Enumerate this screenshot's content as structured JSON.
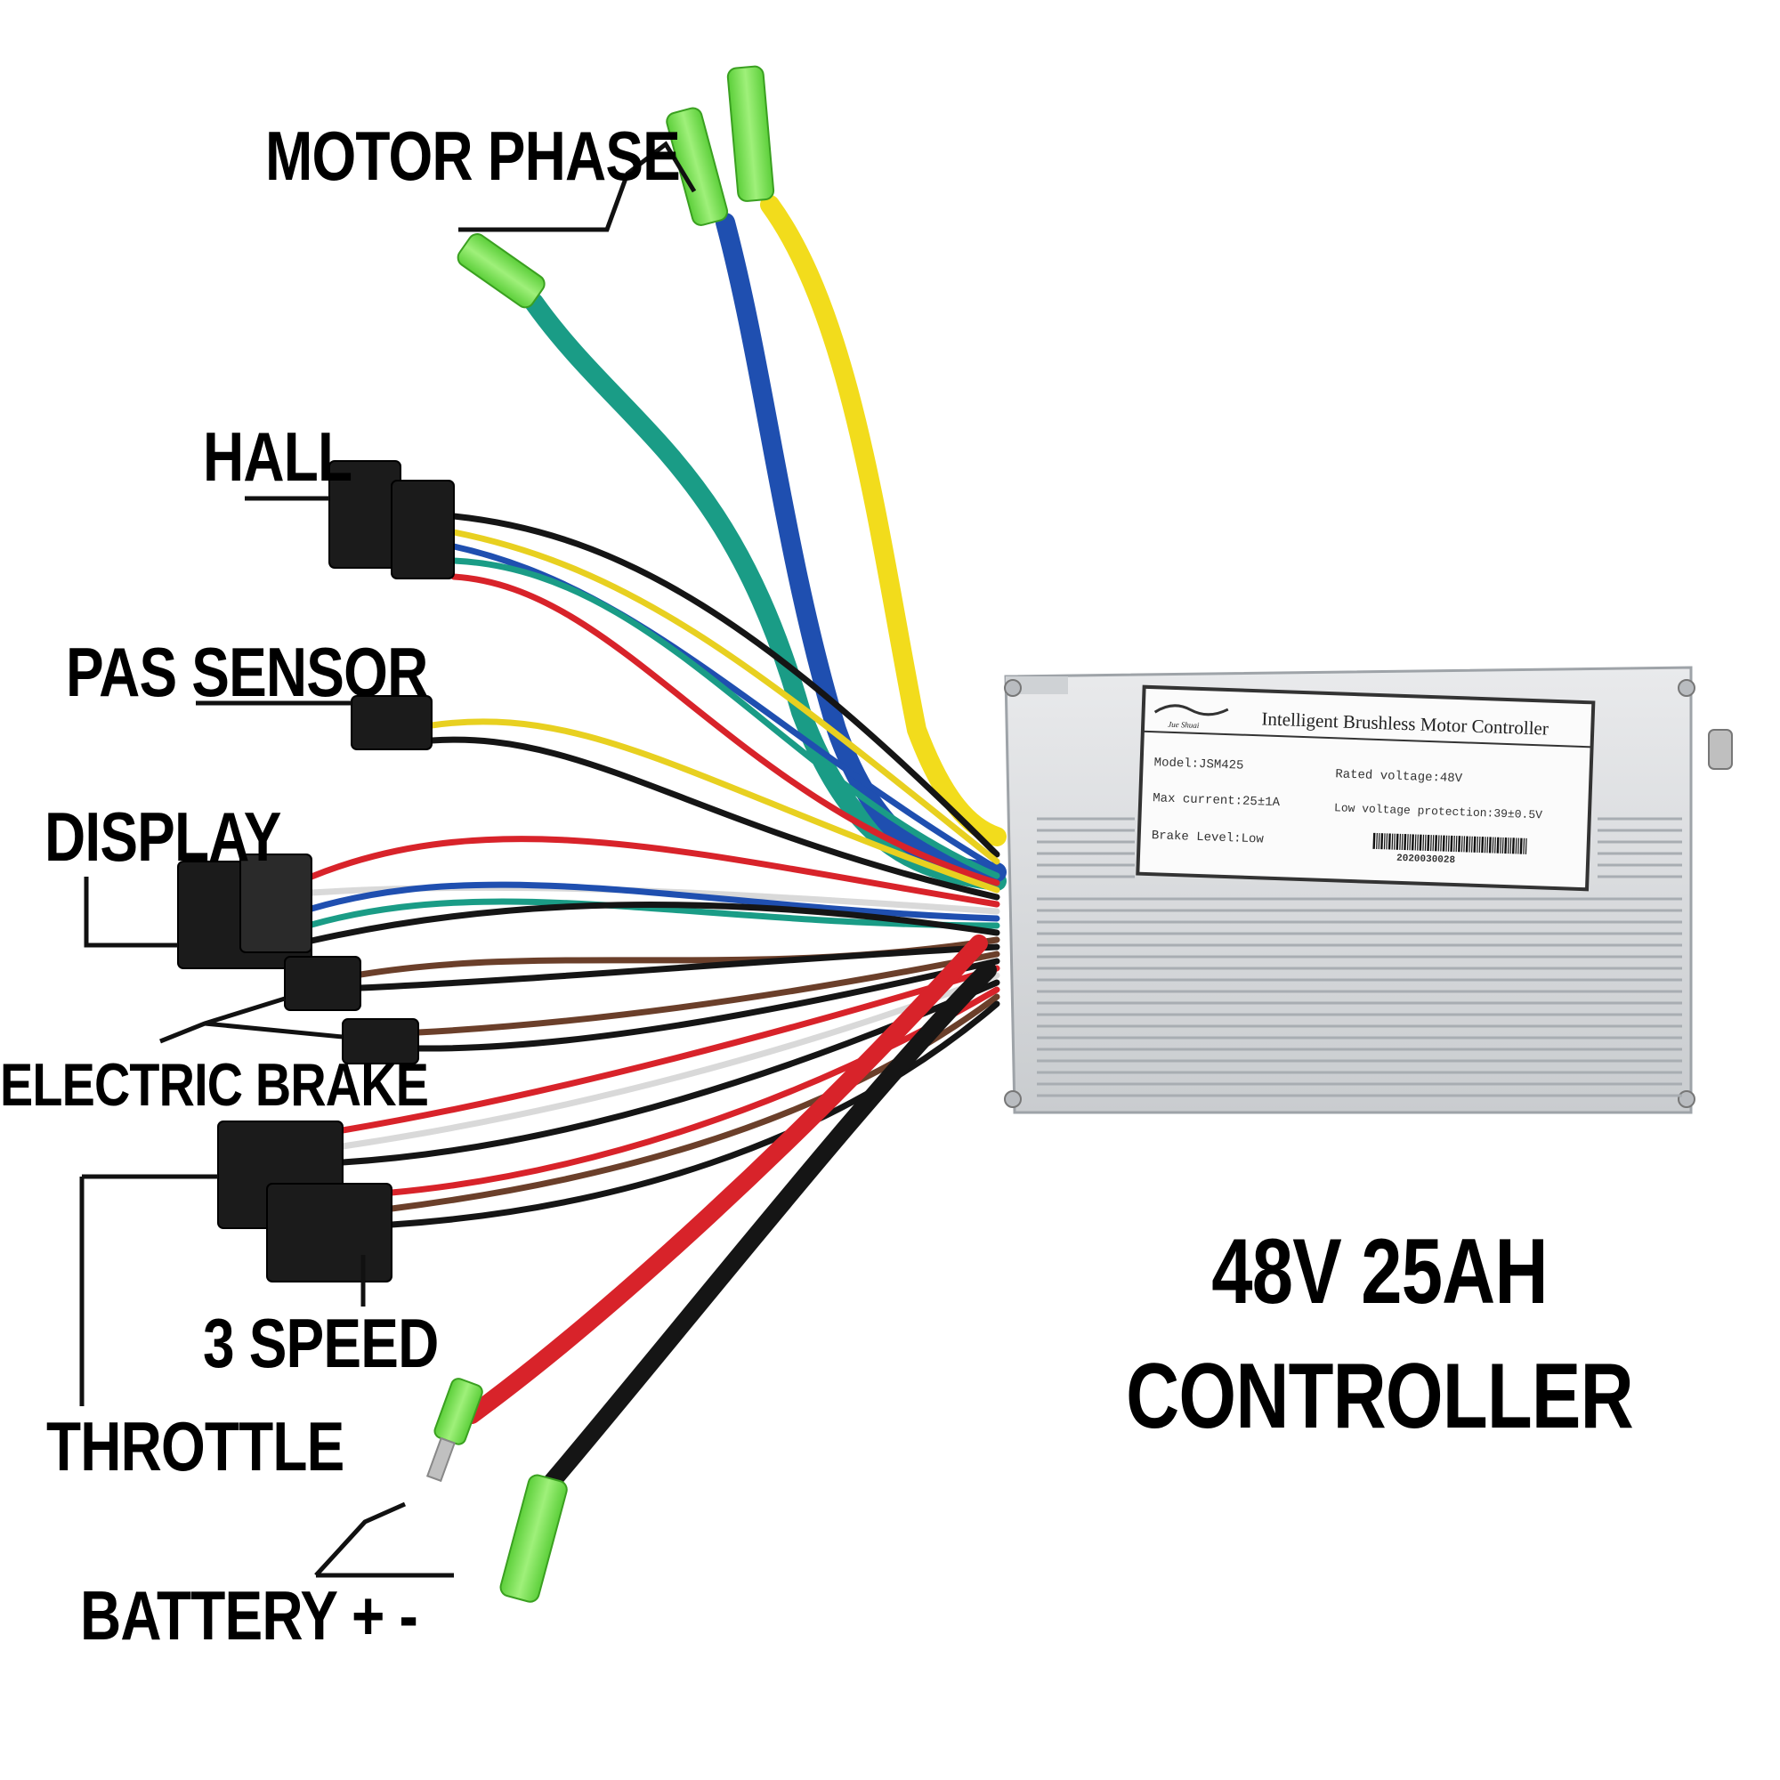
{
  "labels": {
    "motor_phase": "MOTOR PHASE",
    "hall": "HALL",
    "pas_sensor": "PAS SENSOR",
    "display": "DISPLAY",
    "electric_brake": "ELECTRIC BRAKE",
    "three_speed": "3 SPEED",
    "throttle": "THROTTLE",
    "battery": "BATTERY + -"
  },
  "heading": {
    "line1": "48V 25AH",
    "line2": "CONTROLLER"
  },
  "nameplate": {
    "brand": "Jue Shuai",
    "title": "Intelligent Brushless Motor Controller",
    "model": "Model:JSM425",
    "rated_voltage": "Rated voltage:48V",
    "max_current": "Max current:25±1A",
    "low_voltage": "Low voltage protection:39±0.5V",
    "brake_level": "Brake Level:Low",
    "serial": "2020030028"
  },
  "colors": {
    "wire_green": "#1a9c86",
    "wire_blue": "#1f4fb0",
    "wire_yellow": "#f2dc1c",
    "wire_red": "#d8232a",
    "wire_black": "#151515",
    "wire_brown": "#6b3f2a",
    "wire_white": "#d9d9d9",
    "connector_tip": "#7fe15a",
    "housing": "#d9dcdf"
  }
}
